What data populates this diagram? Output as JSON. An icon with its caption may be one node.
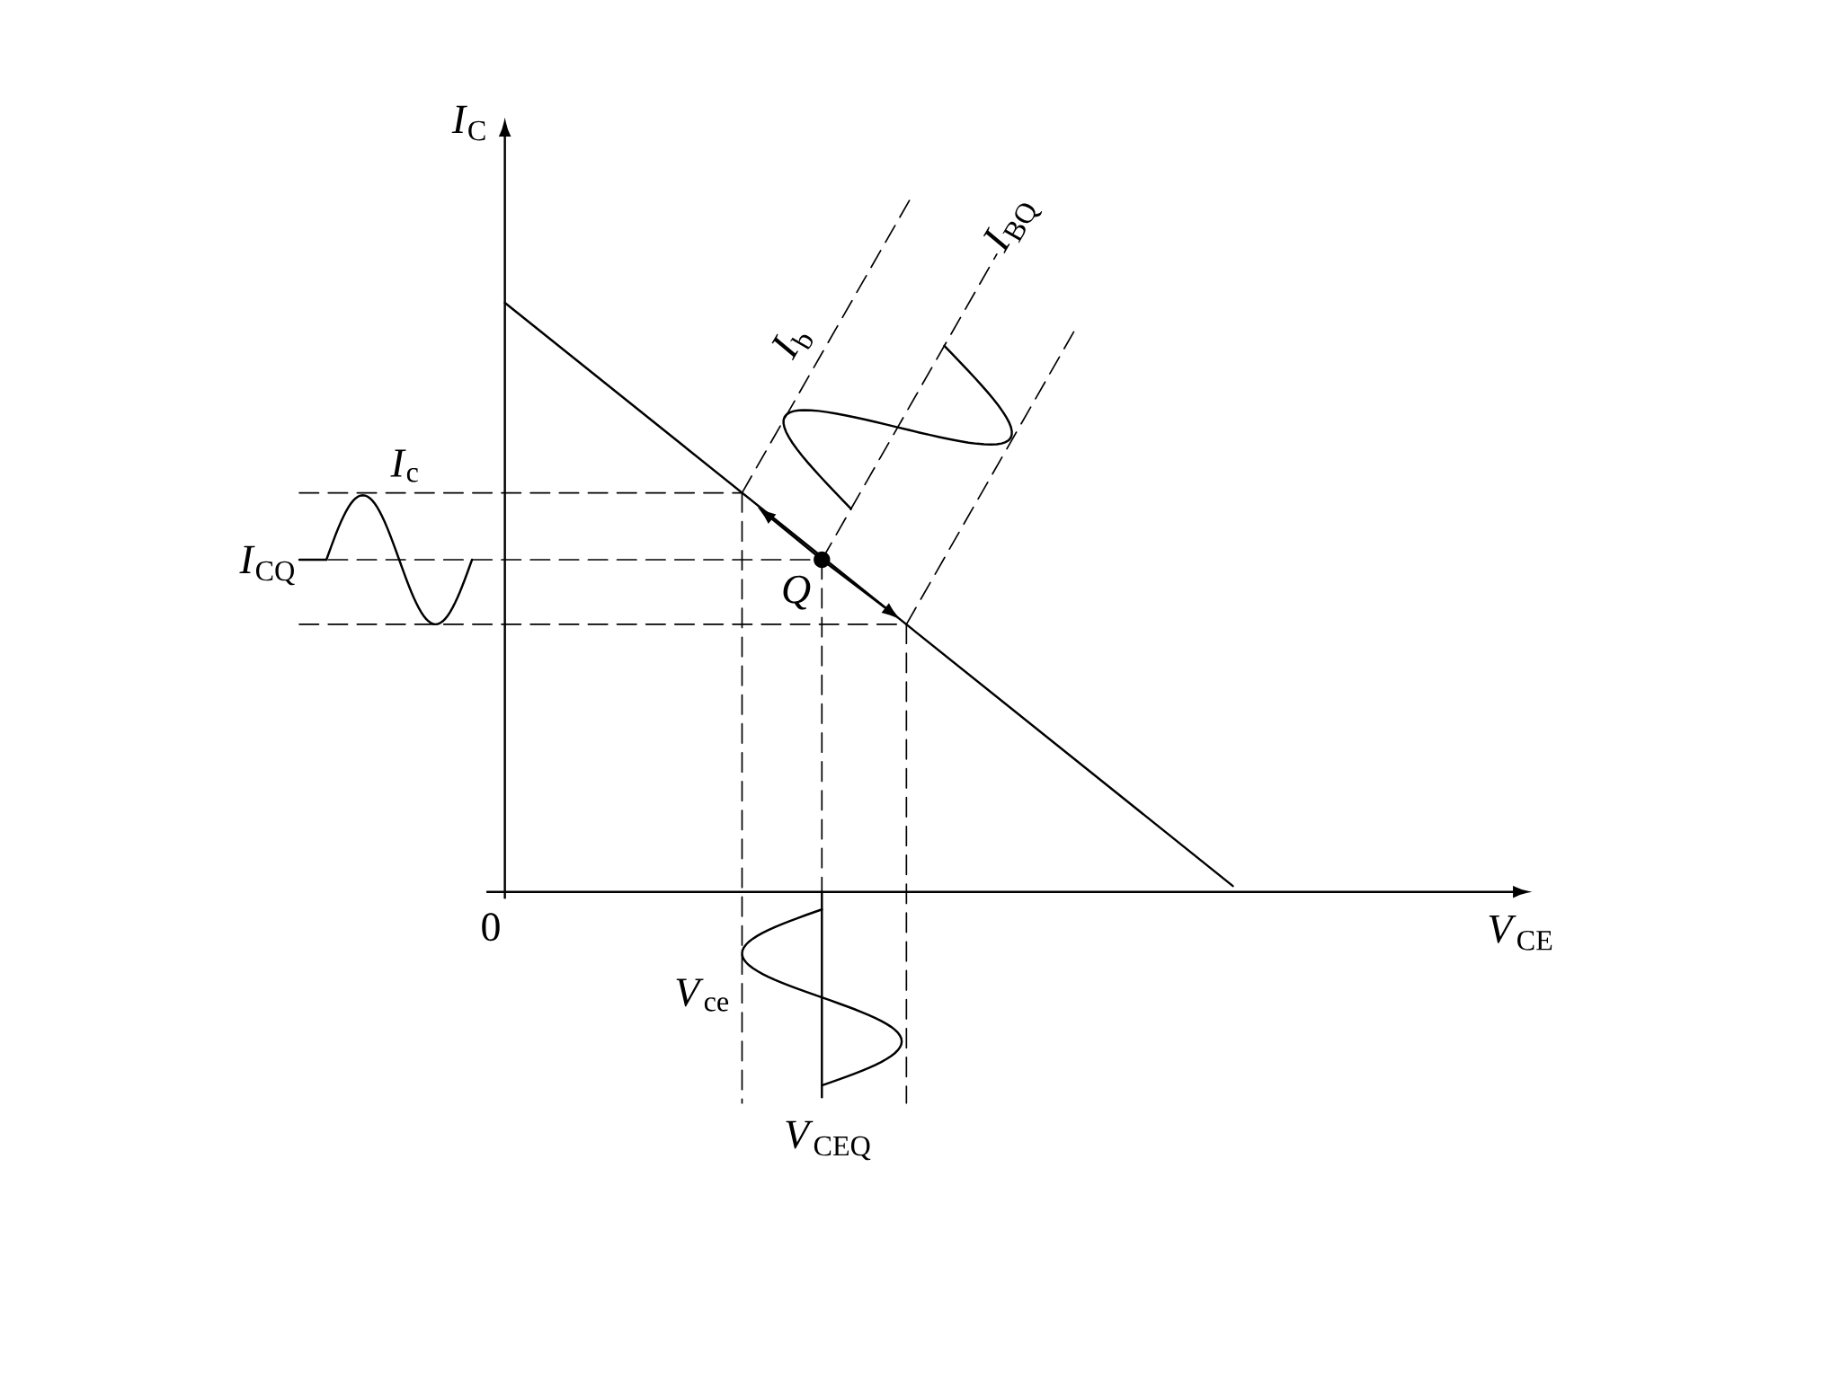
{
  "diagram": {
    "labels": [
      "*I*$_{C}$",
      "*I*$_{b}$",
      "*I*$_{BQ}$",
      "*I*$_{c}$",
      "*I*$_{CQ}$",
      "*Q*",
      "0",
      "*V*$_{CE}$",
      "*V*$_{ce}$",
      "*V*$_{CEQ}$"
    ]
  }
}
